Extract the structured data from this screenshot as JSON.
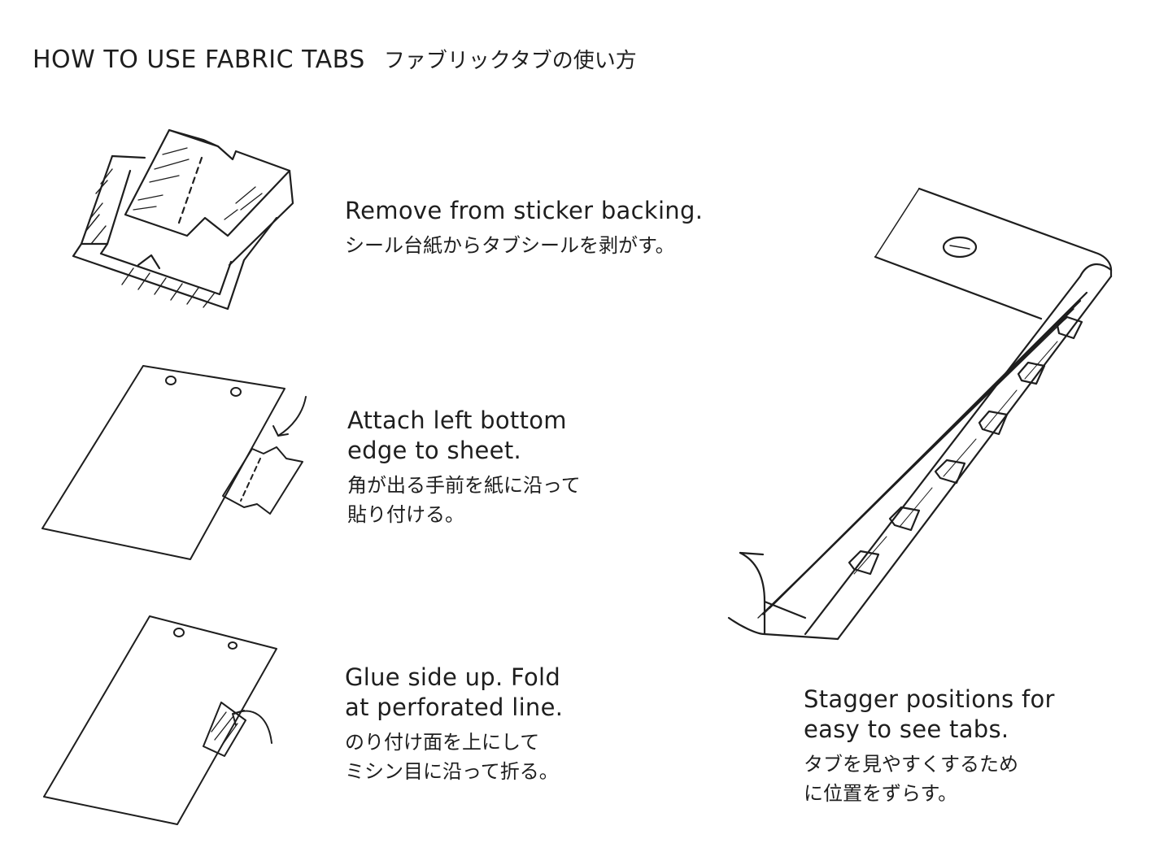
{
  "title": {
    "en": "HOW TO USE FABRIC TABS",
    "jp": "ファブリックタブの使い方"
  },
  "steps": [
    {
      "en": "Remove from sticker backing.",
      "jp": "シール台紙からタブシールを剥がす。"
    },
    {
      "en": "Attach left bottom\nedge to sheet.",
      "jp": "角が出る手前を紙に沿って\n貼り付ける。"
    },
    {
      "en": "Glue side up. Fold\nat perforated line.",
      "jp": "のり付け面を上にして\nミシン目に沿って折る。"
    },
    {
      "en": "Stagger positions for\neasy to see tabs.",
      "jp": "タブを見やすくするため\nに位置をずらす。"
    }
  ]
}
